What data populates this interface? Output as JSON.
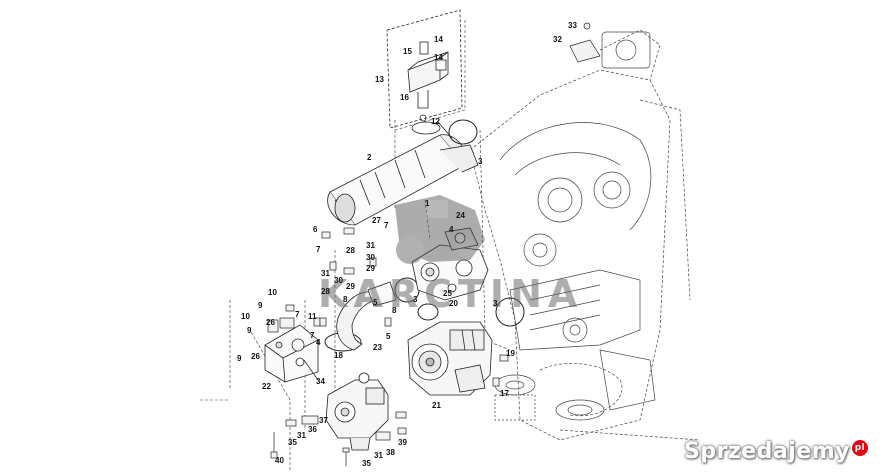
{
  "callouts": [
    "1",
    "2",
    "3",
    "4",
    "5",
    "6",
    "7",
    "8",
    "9",
    "10",
    "11",
    "12",
    "13",
    "14",
    "15",
    "16",
    "17",
    "18",
    "19",
    "20",
    "21",
    "22",
    "23",
    "24",
    "25",
    "26",
    "27",
    "28",
    "29",
    "30",
    "31",
    "32",
    "33",
    "34",
    "35",
    "36",
    "37",
    "38",
    "39",
    "40"
  ],
  "watermark": {
    "text": "KARCTINA"
  },
  "brand": {
    "name": "Sprzedajemy",
    "badge": "pl"
  }
}
